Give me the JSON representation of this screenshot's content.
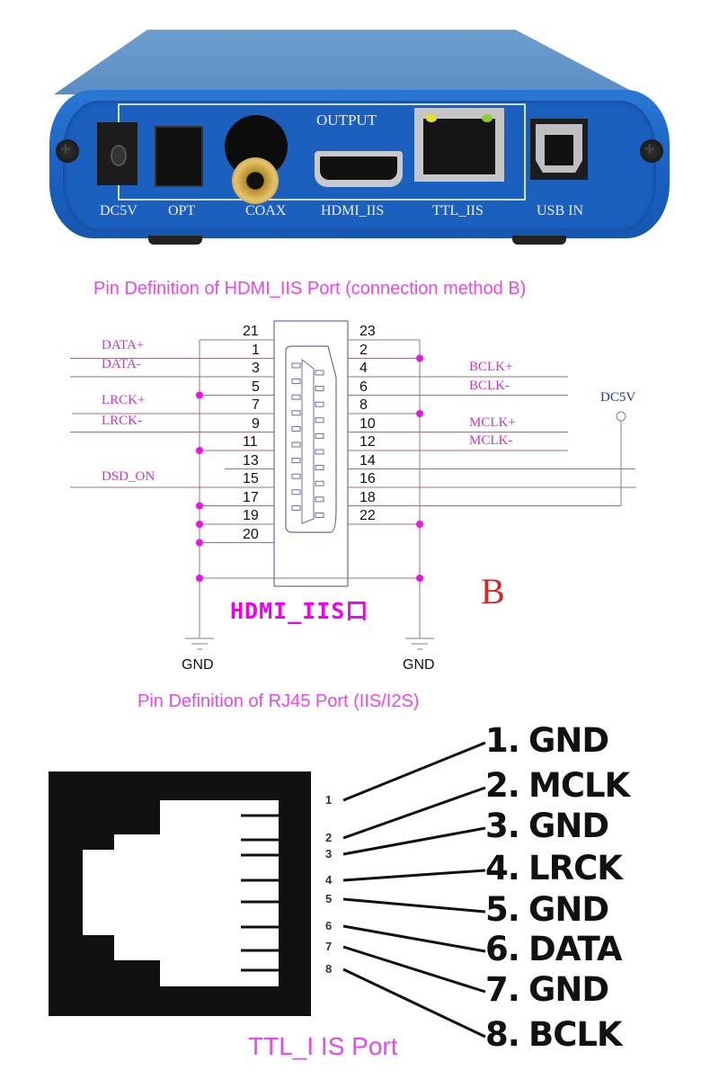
{
  "device": {
    "section_label": "OUTPUT",
    "ports": [
      {
        "id": "dc",
        "label": "DC5V"
      },
      {
        "id": "opt",
        "label": "OPT"
      },
      {
        "id": "coax",
        "label": "COAX"
      },
      {
        "id": "hdmi",
        "label": "HDMI_IIS"
      },
      {
        "id": "ttl",
        "label": "TTL_IIS"
      },
      {
        "id": "usb",
        "label": "USB IN"
      }
    ]
  },
  "hdmi_section": {
    "title": "Pin Definition of HDMI_IIS Port (connection method B)",
    "connector_label": "HDMI_IIS口",
    "method_letter": "B",
    "power_label": "DC5V",
    "ground_labels": [
      "GND",
      "GND"
    ],
    "left_pins": [
      "21",
      "1",
      "3",
      "5",
      "7",
      "9",
      "11",
      "13",
      "15",
      "17",
      "19",
      "20"
    ],
    "right_pins": [
      "23",
      "2",
      "4",
      "6",
      "8",
      "10",
      "12",
      "14",
      "16",
      "18",
      "22"
    ],
    "left_signals": [
      {
        "pin": "1",
        "name": "DATA+"
      },
      {
        "pin": "3",
        "name": "DATA-"
      },
      {
        "pin": "7",
        "name": "LRCK+"
      },
      {
        "pin": "9",
        "name": "LRCK-"
      },
      {
        "pin": "15",
        "name": "DSD_ON"
      }
    ],
    "right_signals": [
      {
        "pin": "4",
        "name": "BCLK+"
      },
      {
        "pin": "6",
        "name": "BCLK-"
      },
      {
        "pin": "10",
        "name": "MCLK+"
      },
      {
        "pin": "12",
        "name": "MCLK-"
      }
    ]
  },
  "rj45_section": {
    "title": "Pin Definition of RJ45 Port (IIS/I2S)",
    "caption": "TTL_I IS Port",
    "pin_numbers": [
      "1",
      "2",
      "3",
      "4",
      "5",
      "6",
      "7",
      "8"
    ],
    "pins": [
      {
        "num": "1.",
        "name": "GND"
      },
      {
        "num": "2.",
        "name": "MCLK"
      },
      {
        "num": "3.",
        "name": "GND"
      },
      {
        "num": "4.",
        "name": "LRCK"
      },
      {
        "num": "5.",
        "name": "GND"
      },
      {
        "num": "6.",
        "name": "DATA"
      },
      {
        "num": "7.",
        "name": "GND"
      },
      {
        "num": "8.",
        "name": "BCLK"
      }
    ]
  },
  "colors": {
    "heading": "#ee44ee",
    "signal_label": "#cc33cc",
    "junction": "#ee11ee",
    "wire": "#a07080",
    "method_letter": "#dd2222",
    "power_label": "#2233aa",
    "device_blue": "#1b5fbf"
  }
}
